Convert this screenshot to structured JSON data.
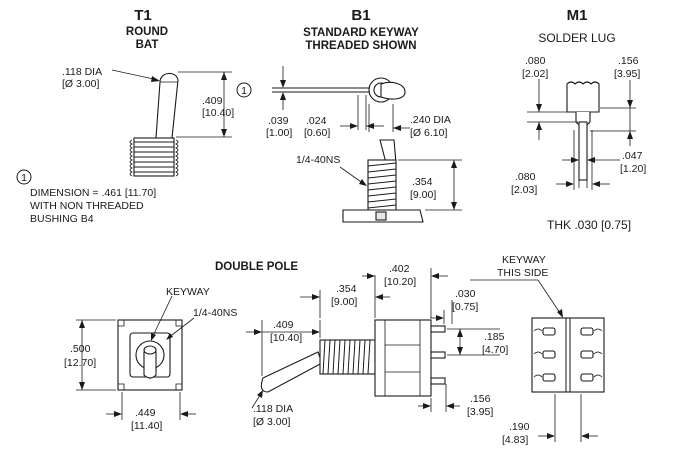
{
  "t1": {
    "title": "T1",
    "subtitle_1": "ROUND",
    "subtitle_2": "BAT",
    "dia_in": ".118 DIA",
    "dia_mm": "[Ø 3.00]",
    "height_in": ".409",
    "height_mm": "[10.40]"
  },
  "note": {
    "marker": "1",
    "line_1": "DIMENSION = .461 [11.70]",
    "line_2": "WITH NON THREADED",
    "line_3": "BUSHING B4"
  },
  "b1": {
    "title": "B1",
    "subtitle_1": "STANDARD KEYWAY",
    "subtitle_2": "THREADED SHOWN",
    "marker": "1",
    "d039_in": ".039",
    "d039_mm": "[1.00]",
    "d024_in": ".024",
    "d024_mm": "[0.60]",
    "dia_in": ".240 DIA",
    "dia_mm": "[Ø 6.10]",
    "thread": "1/4-40NS",
    "d354_in": ".354",
    "d354_mm": "[9.00]"
  },
  "m1": {
    "title": "M1",
    "subtitle": "SOLDER LUG",
    "d080_in": ".080",
    "d080_mm": "[2.02]",
    "d156_in": ".156",
    "d156_mm": "[3.95]",
    "d047_in": ".047",
    "d047_mm": "[1.20]",
    "d080b_in": ".080",
    "d080b_mm": "[2.03]",
    "thk": "THK .030 [0.75]"
  },
  "double_pole": {
    "title": "DOUBLE POLE",
    "keyway": "KEYWAY",
    "thread": "1/4-40NS",
    "d500_in": ".500",
    "d500_mm": "[12.70]",
    "d449_in": ".449",
    "d449_mm": "[11.40]",
    "d409_in": ".409",
    "d409_mm": "[10.40]",
    "d354_in": ".354",
    "d354_mm": "[9.00]",
    "d402_in": ".402",
    "d402_mm": "[10.20]",
    "d030_in": ".030",
    "d030_mm": "[0.75]",
    "d185_in": ".185",
    "d185_mm": "[4.70]",
    "d156_in": ".156",
    "d156_mm": "[3.95]",
    "dia_in": ".118 DIA",
    "dia_mm": "[Ø 3.00]",
    "keyway_side_1": "KEYWAY",
    "keyway_side_2": "THIS SIDE",
    "d190_in": ".190",
    "d190_mm": "[4.83]"
  }
}
